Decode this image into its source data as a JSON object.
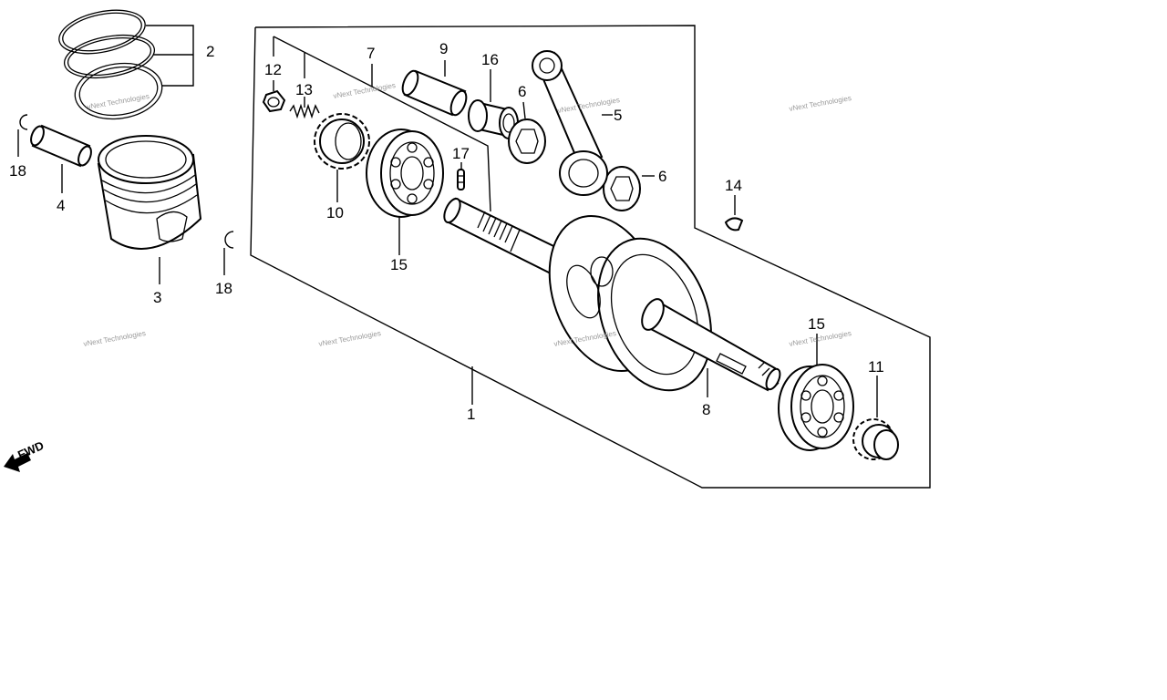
{
  "diagram": {
    "callouts": {
      "c1": "1",
      "c2": "2",
      "c3": "3",
      "c4": "4",
      "c5": "5",
      "c6a": "6",
      "c6b": "6",
      "c7": "7",
      "c8": "8",
      "c9": "9",
      "c10": "10",
      "c11": "11",
      "c12": "12",
      "c13": "13",
      "c14": "14",
      "c15a": "15",
      "c15b": "15",
      "c16": "16",
      "c17": "17",
      "c18a": "18",
      "c18b": "18"
    },
    "fwd_label": "FWD",
    "watermark": "vNext Technologies"
  }
}
